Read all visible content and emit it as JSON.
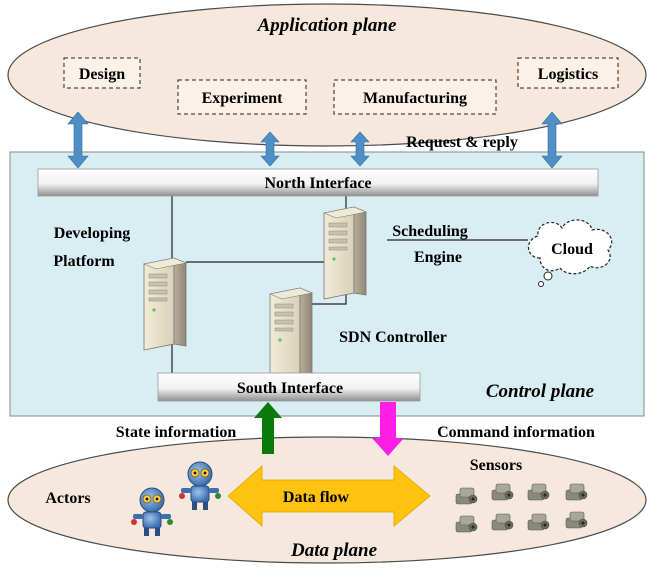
{
  "application_plane": {
    "title": "Application plane",
    "boxes": [
      "Design",
      "Experiment",
      "Manufacturing",
      "Logistics"
    ],
    "request_reply": "Request & reply"
  },
  "control_plane": {
    "title": "Control plane",
    "north_interface": "North Interface",
    "south_interface": "South Interface",
    "developing_platform": [
      "Developing",
      "Platform"
    ],
    "scheduling_engine": [
      "Scheduling",
      "Engine"
    ],
    "sdn_controller": "SDN Controller",
    "cloud": "Cloud"
  },
  "data_plane": {
    "title": "Data plane",
    "state_information": "State information",
    "command_information": "Command information",
    "actors": "Actors",
    "sensors": "Sensors",
    "data_flow": "Data flow"
  },
  "colors": {
    "app_fill": "#f6e8dc",
    "control_fill": "#d9eef3",
    "data_fill": "#f6e8dc",
    "blue_arrow": "#4f8fc6",
    "state_arrow": "#0a7a0a",
    "command_arrow": "#ff1ee6",
    "data_flow": "#ffc20e"
  }
}
